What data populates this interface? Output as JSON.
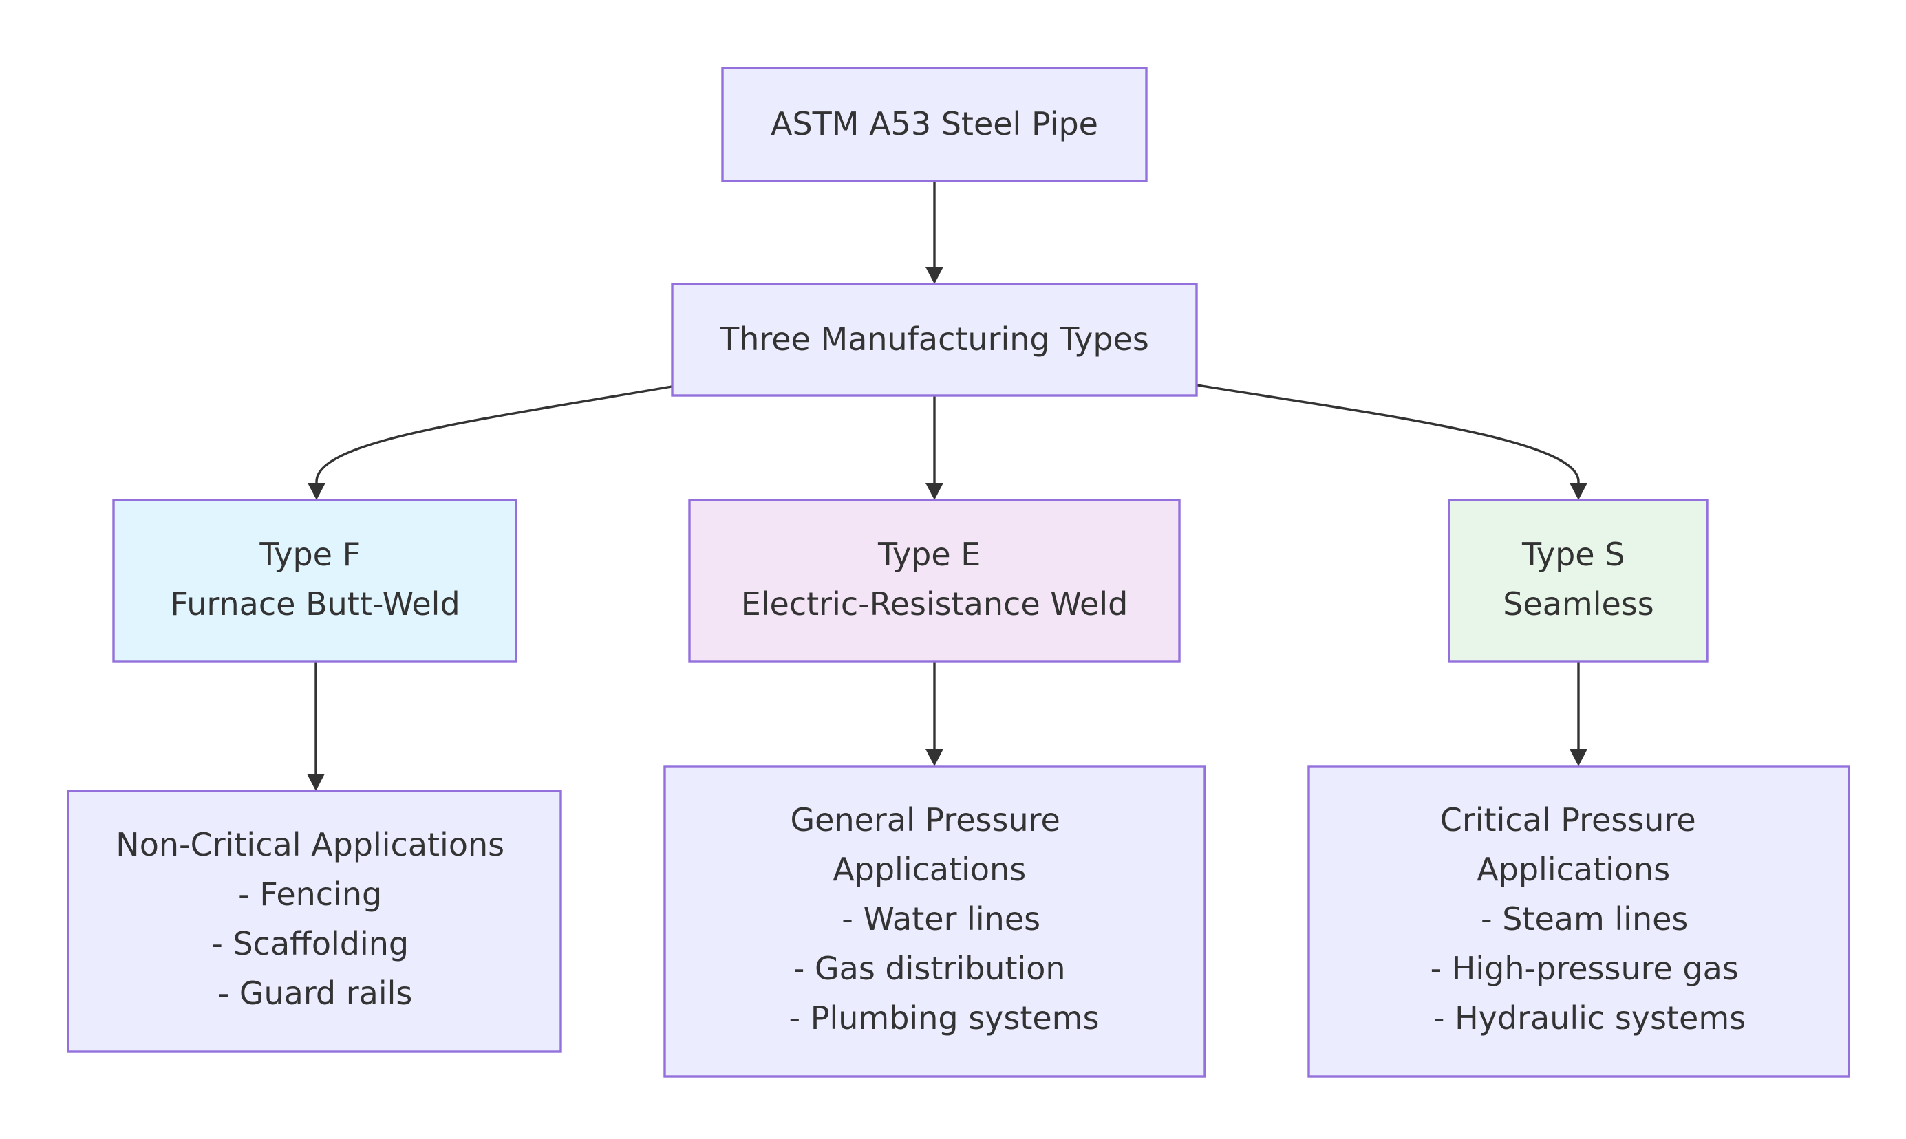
{
  "diagram": {
    "colors": {
      "default_fill": "#ECECFF",
      "border": "#9370DB",
      "type_f_fill": "#E1F5FE",
      "type_e_fill": "#F3E5F5",
      "type_s_fill": "#E8F5E9",
      "edge": "#333333",
      "text": "#333333"
    },
    "nodes": {
      "root": {
        "lines": [
          "ASTM A53 Steel Pipe"
        ]
      },
      "types": {
        "lines": [
          "Three Manufacturing Types"
        ]
      },
      "type_f": {
        "lines": [
          "Type F",
          "Furnace Butt-Weld"
        ]
      },
      "type_e": {
        "lines": [
          "Type E",
          "Electric-Resistance Weld"
        ]
      },
      "type_s": {
        "lines": [
          "Type S",
          "Seamless"
        ]
      },
      "app_f": {
        "lines": [
          "Non-Critical Applications",
          "- Fencing",
          "- Scaffolding",
          "- Guard rails"
        ]
      },
      "app_e": {
        "lines": [
          "General Pressure",
          "Applications",
          "- Water lines",
          "- Gas distribution",
          "- Plumbing systems"
        ]
      },
      "app_s": {
        "lines": [
          "Critical Pressure",
          "Applications",
          "- Steam lines",
          "- High-pressure gas",
          "- Hydraulic systems"
        ]
      }
    }
  }
}
